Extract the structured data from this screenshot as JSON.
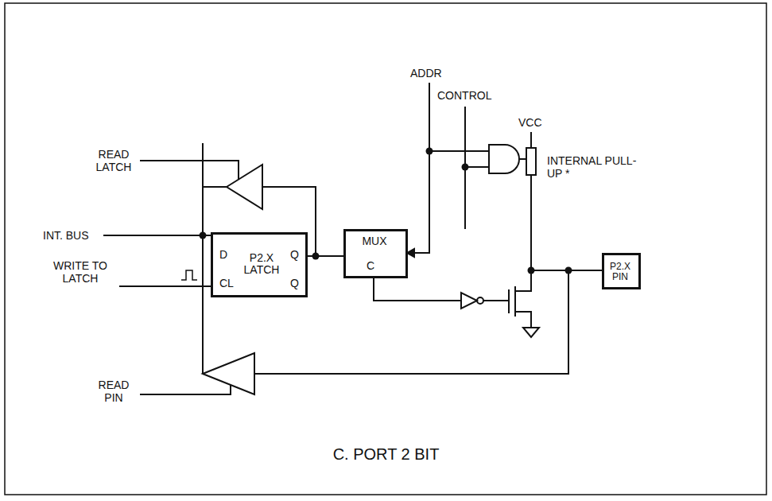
{
  "diagram": {
    "caption": "C. PORT 2 BIT",
    "nodes": [
      {
        "text": [
          "D",
          "Q",
          "P2.X LATCH",
          "CL",
          "Q"
        ]
      },
      {
        "text": [
          "MUX",
          "C"
        ]
      },
      {
        "text": [
          "P2.X PIN"
        ]
      }
    ],
    "edges": [
      {
        "from": 0,
        "to": 1,
        "arrow": "none"
      }
    ],
    "labels": [
      "ADDR",
      "CONTROL",
      "VCC",
      "READ LATCH",
      "INTERNAL PULL-UP *",
      "INT. BUS",
      "WRITE TO LATCH",
      "READ PIN"
    ]
  }
}
